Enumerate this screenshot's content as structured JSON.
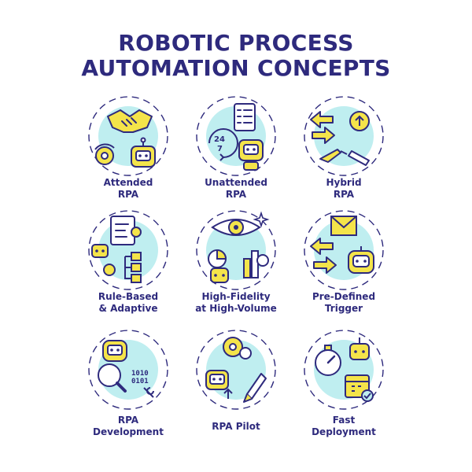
{
  "title_line1": "ROBOTIC PROCESS",
  "title_line2": "AUTOMATION CONCEPTS",
  "items": [
    {
      "line1": "Attended",
      "line2": "RPA",
      "icon": "handshake-robot-icon"
    },
    {
      "line1": "Unattended",
      "line2": "RPA",
      "icon": "checklist-clock-robot-icon"
    },
    {
      "line1": "Hybrid",
      "line2": "RPA",
      "icon": "arrows-gear-hands-icon"
    },
    {
      "line1": "Rule-Based",
      "line2": "& Adaptive",
      "icon": "clipboard-flow-robot-icon"
    },
    {
      "line1": "High-Fidelity",
      "line2": "at High-Volume",
      "icon": "eye-charts-robot-icon"
    },
    {
      "line1": "Pre-Defined",
      "line2": "Trigger",
      "icon": "envelope-arrows-robot-icon"
    },
    {
      "line1": "RPA",
      "line2": "Development",
      "icon": "robot-magnifier-binary-icon"
    },
    {
      "line1": "RPA Pilot",
      "line2": "",
      "icon": "robot-gear-rocket-icon"
    },
    {
      "line1": "Fast",
      "line2": "Deployment",
      "icon": "stopwatch-calendar-robot-icon"
    }
  ],
  "colors": {
    "navy": "#2e2a7d",
    "yellow": "#f4e44a",
    "aqua": "#bfeef0",
    "dashes": "#2e2a7d"
  }
}
